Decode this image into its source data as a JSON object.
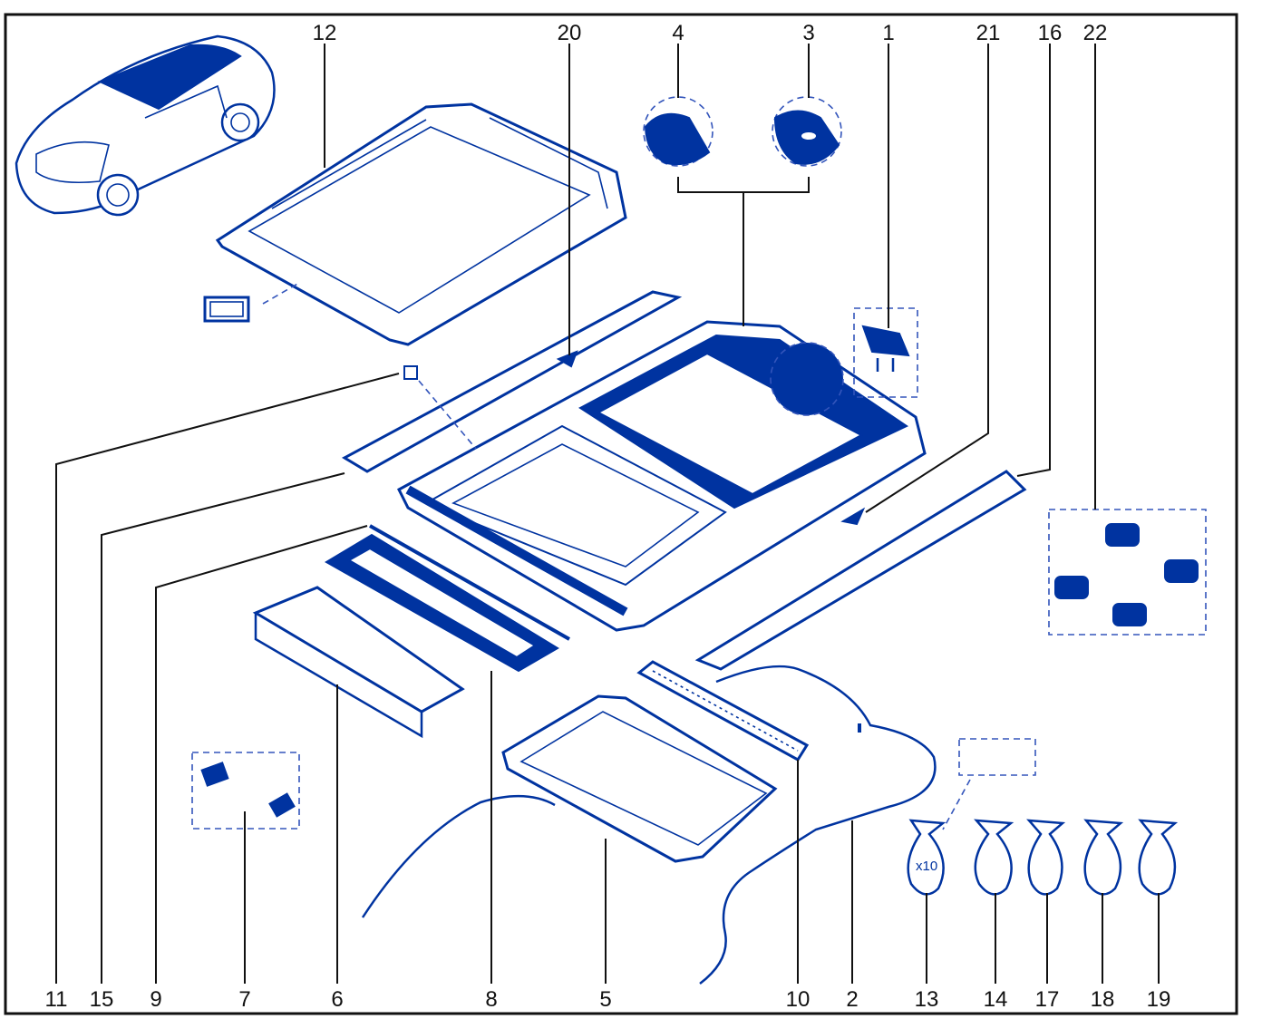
{
  "diagram": {
    "callouts_top": [
      "12",
      "20",
      "4",
      "3",
      "1",
      "21",
      "16",
      "22"
    ],
    "callouts_bottom": [
      "11",
      "15",
      "9",
      "7",
      "6",
      "8",
      "5",
      "10",
      "2",
      "13",
      "14",
      "17",
      "18",
      "19"
    ],
    "bag_count_label": "x10",
    "colors": {
      "part_blue": "#0033a0",
      "line": "#111111",
      "frame": "#111111"
    }
  }
}
